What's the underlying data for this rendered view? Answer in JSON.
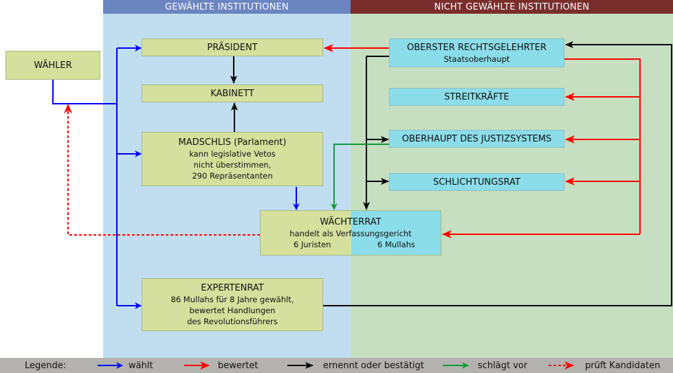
{
  "headers": {
    "elected": "GEWÄHLTE INSTITUTIONEN",
    "unelected": "NICHT GEWÄHLTE INSTITUTIONEN"
  },
  "colors": {
    "elected_header": "#6b85c0",
    "unelected_header": "#7a2e2b",
    "elected_bg": "#c0def0",
    "unelected_bg": "#c5dfc0",
    "olive_box": "#d5e09c",
    "cyan_box": "#8bdde9",
    "blue": "#0000ee",
    "red": "#ff0000",
    "black": "#000000",
    "green": "#109a3a"
  },
  "boxes": {
    "waehler": {
      "title": "WÄHLER"
    },
    "praesident": {
      "title": "PRÄSIDENT"
    },
    "kabinett": {
      "title": "KABINETT"
    },
    "madschlis": {
      "title": "MADSCHLIS (Parlament)",
      "lines": [
        "kann legislative Vetos",
        "nicht überstimmen,",
        "290 Repräsentanten"
      ]
    },
    "waechterrat": {
      "title": "WÄCHTERRAT",
      "line1": "handelt als Verfassungsgericht",
      "left": "6 Juristen",
      "right": "6 Mullahs"
    },
    "expertenrat": {
      "title": "EXPERTENRAT",
      "lines": [
        "86 Mullahs für 8 Jahre gewählt,",
        "bewertet Handlungen",
        "des Revolutionsführers"
      ]
    },
    "oberster": {
      "title": "OBERSTER RECHTSGELEHRTER",
      "sub": "Staatsoberhaupt"
    },
    "streitkraefte": {
      "title": "STREITKRÄFTE"
    },
    "justiz": {
      "title": "OBERHAUPT DES JUSTIZSYSTEMS"
    },
    "schlichtungsrat": {
      "title": "SCHLICHTUNGSRAT"
    }
  },
  "legend": {
    "title": "Legende:",
    "items": [
      "wählt",
      "bewertet",
      "ernennt oder bestätigt",
      "schlägt vor",
      "prüft Kandidaten"
    ]
  }
}
